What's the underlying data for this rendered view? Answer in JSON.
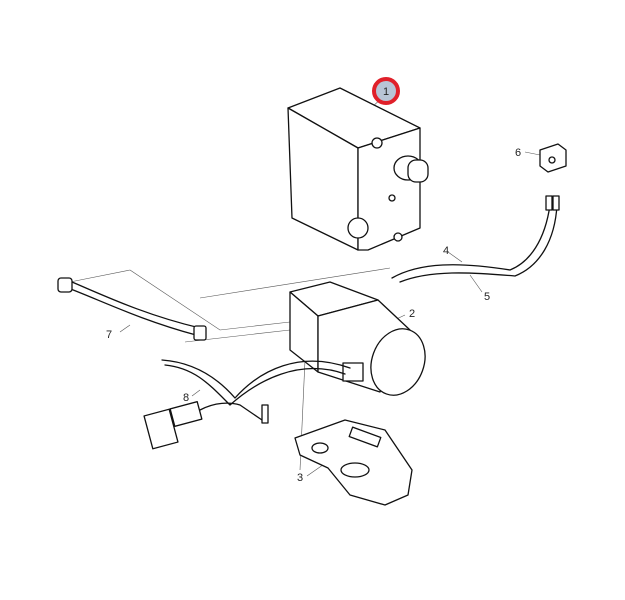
{
  "diagram": {
    "highlighted_callout": "1",
    "highlight_color": "#e0202a",
    "highlight_fill": "#b8c4d6",
    "callouts": [
      {
        "id": "1",
        "label": "1"
      },
      {
        "id": "2",
        "label": "2"
      },
      {
        "id": "3",
        "label": "3"
      },
      {
        "id": "4",
        "label": "4"
      },
      {
        "id": "5",
        "label": "5"
      },
      {
        "id": "6",
        "label": "6"
      },
      {
        "id": "7",
        "label": "7"
      },
      {
        "id": "8",
        "label": "8"
      }
    ]
  }
}
